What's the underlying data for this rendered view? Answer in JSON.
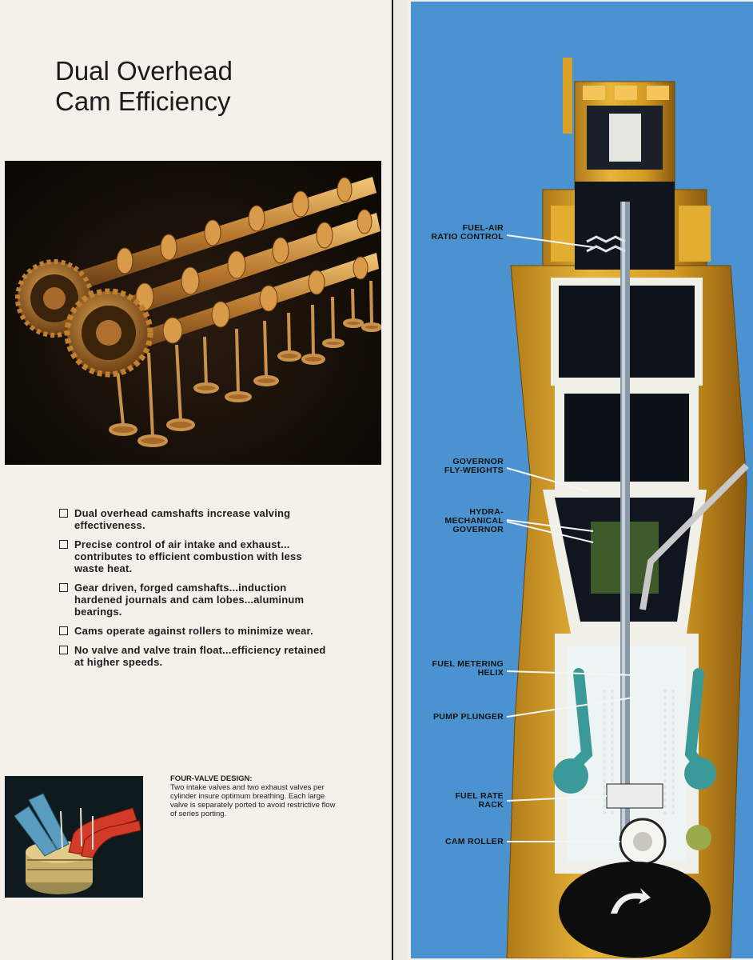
{
  "left_page": {
    "title_line1": "Dual Overhead",
    "title_line2": "Cam Efficiency",
    "bullets": [
      "Dual overhead camshafts increase valving effectiveness.",
      "Precise control of air intake and exhaust... contributes to efficient combustion with less waste heat.",
      "Gear driven, forged camshafts...induction hardened journals and cam lobes...aluminum bearings.",
      "Cams operate against rollers to minimize wear.",
      "No valve and valve train float...efficiency retained at higher speeds."
    ],
    "caption_title": "FOUR-VALVE DESIGN:",
    "caption_body": "Two intake valves and two exhaust valves per cylinder insure optimum breathing. Each large valve is separately ported to avoid restrictive flow of series porting."
  },
  "right_page": {
    "callouts": {
      "fuel_air_1": "FUEL-AIR",
      "fuel_air_2": "RATIO CONTROL",
      "governor_1": "GOVERNOR",
      "governor_2": "FLY-WEIGHTS",
      "hydra_1": "HYDRA-",
      "hydra_2": "MECHANICAL",
      "hydra_3": "GOVERNOR",
      "metering_1": "FUEL METERING",
      "metering_2": "HELIX",
      "plunger": "PUMP PLUNGER",
      "rack_1": "FUEL RATE",
      "rack_2": "RACK",
      "cam_roller": "CAM ROLLER"
    }
  },
  "colors": {
    "page_background": "#f4f1ea",
    "cutaway_background": "#4a93d0",
    "housing_gold": "#d9a125",
    "fuel_teal": "#3a9a9a",
    "text": "#1e1e1e"
  }
}
